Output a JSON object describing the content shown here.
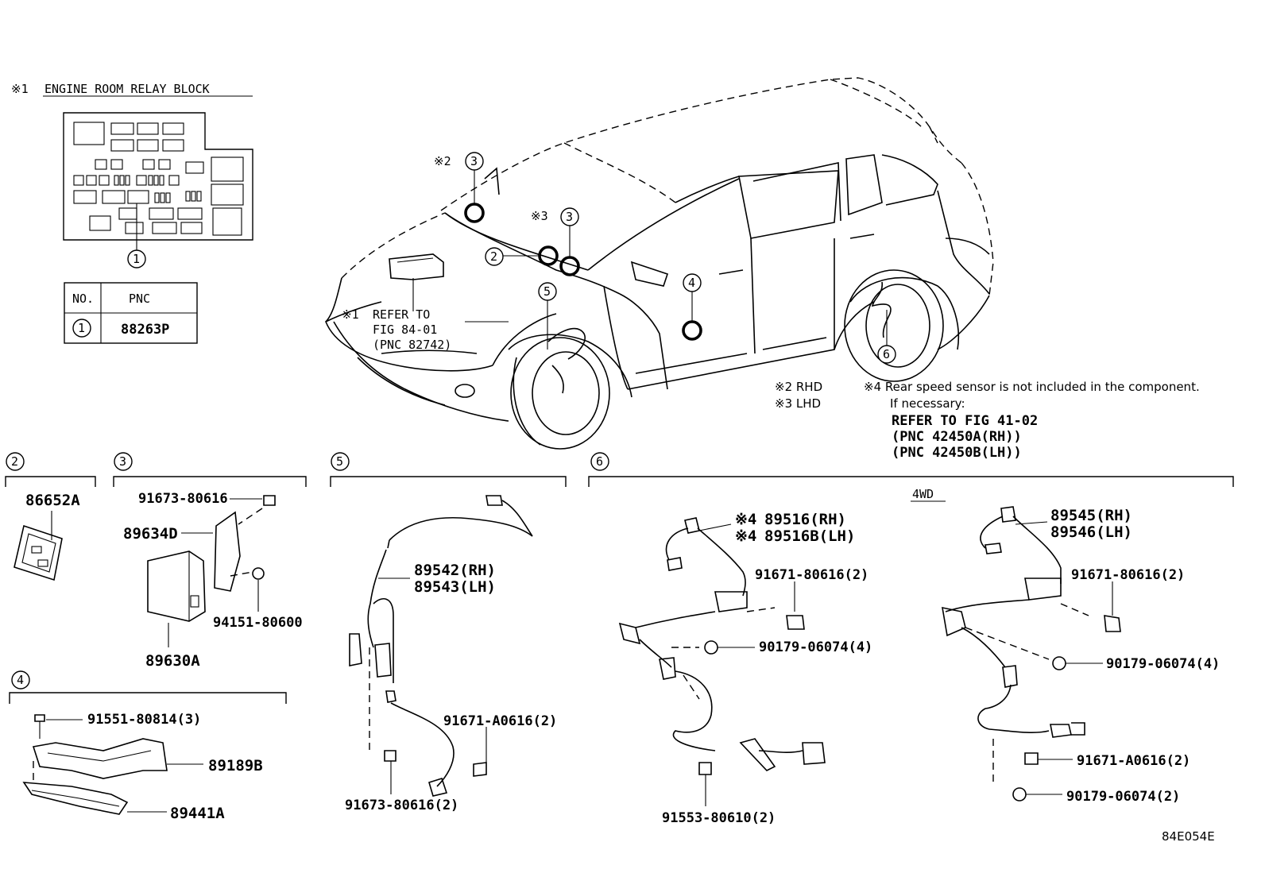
{
  "relay_block": {
    "mark": "※1",
    "title": "ENGINE ROOM RELAY BLOCK",
    "callout": "1"
  },
  "pnc_table": {
    "header_no": "NO.",
    "header_pnc": "PNC",
    "row_no": "1",
    "row_pnc": "88263P"
  },
  "car": {
    "callouts": {
      "c2": "2",
      "c3a": "3",
      "c3b": "3",
      "c4": "4",
      "c5": "5",
      "c6": "6"
    },
    "rhd_mark": "※2",
    "lhd_mark": "※3",
    "refer_mark": "※1",
    "refer_lines": [
      "REFER TO",
      "FIG 84-01",
      "(PNC 82742)"
    ]
  },
  "notes": {
    "rhd": "※2 RHD",
    "lhd": "※3 LHD",
    "note4": "※4 Rear speed sensor is not included in the component.",
    "if_necessary": "If necessary:",
    "refer": "REFER TO FIG 41-02",
    "pnc_rh": "(PNC 42450A(RH))",
    "pnc_lh": "(PNC 42450B(LH))"
  },
  "sections": {
    "s2": {
      "num": "2",
      "parts": [
        "86652A"
      ]
    },
    "s3": {
      "num": "3",
      "parts": [
        "91673-80616",
        "89634D",
        "94151-80600",
        "89630A"
      ]
    },
    "s4": {
      "num": "4",
      "parts": [
        "91551-80814(3)",
        "89189B",
        "89441A"
      ]
    },
    "s5": {
      "num": "5",
      "parts": [
        "89542(RH)",
        "89543(LH)",
        "91671-A0616(2)",
        "91673-80616(2)"
      ]
    },
    "s6": {
      "num": "6",
      "label_4wd": "4WD",
      "left": {
        "mark": "※4",
        "parts": [
          "89516(RH)",
          "89516B(LH)",
          "91671-80616(2)",
          "90179-06074(4)",
          "91553-80610(2)"
        ]
      },
      "right": {
        "parts": [
          "89545(RH)",
          "89546(LH)",
          "91671-80616(2)",
          "90179-06074(4)",
          "91671-A0616(2)",
          "90179-06074(2)"
        ]
      }
    }
  },
  "figure_code": "84E054E"
}
